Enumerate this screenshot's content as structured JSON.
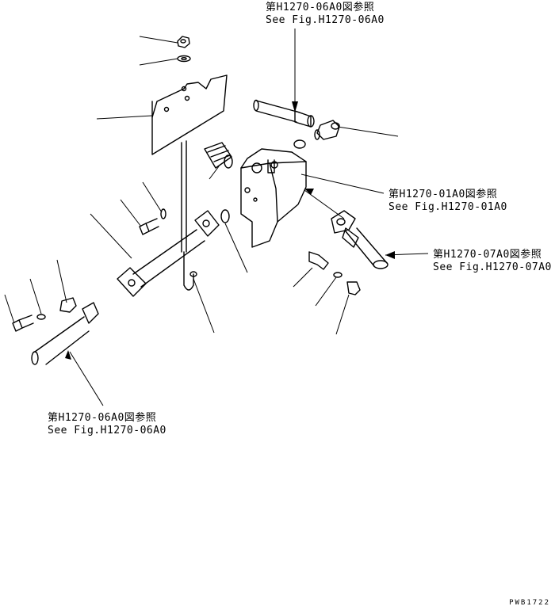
{
  "references": {
    "top": {
      "line1": "第H1270-06A0図参照",
      "line2": "See Fig.H1270-06A0"
    },
    "middle": {
      "line1": "第H1270-01A0図参照",
      "line2": "See Fig.H1270-01A0"
    },
    "right": {
      "line1": "第H1270-07A0図参照",
      "line2": "See Fig.H1270-07A0"
    },
    "bottom_left": {
      "line1": "第H1270-06A0図参照",
      "line2": "See Fig.H1270-06A0"
    }
  },
  "drawing_code": "PWB1722"
}
